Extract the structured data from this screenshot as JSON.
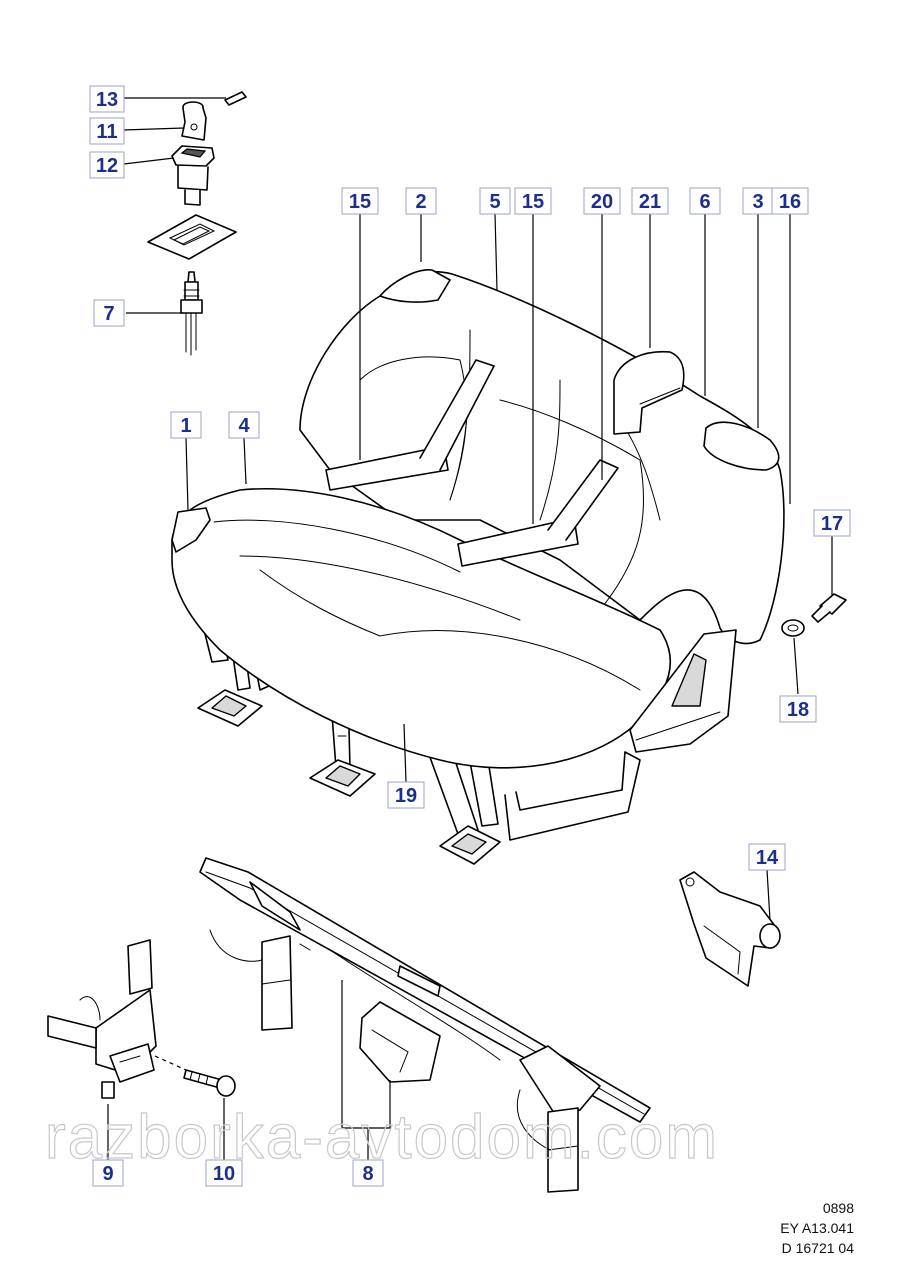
{
  "callouts": [
    {
      "id": "13",
      "label": "13"
    },
    {
      "id": "11",
      "label": "11"
    },
    {
      "id": "12",
      "label": "12"
    },
    {
      "id": "7",
      "label": "7"
    },
    {
      "id": "15a",
      "label": "15"
    },
    {
      "id": "2",
      "label": "2"
    },
    {
      "id": "5",
      "label": "5"
    },
    {
      "id": "15b",
      "label": "15"
    },
    {
      "id": "20",
      "label": "20"
    },
    {
      "id": "21",
      "label": "21"
    },
    {
      "id": "6",
      "label": "6"
    },
    {
      "id": "3",
      "label": "3"
    },
    {
      "id": "16",
      "label": "16"
    },
    {
      "id": "1",
      "label": "1"
    },
    {
      "id": "4",
      "label": "4"
    },
    {
      "id": "17",
      "label": "17"
    },
    {
      "id": "18",
      "label": "18"
    },
    {
      "id": "19",
      "label": "19"
    },
    {
      "id": "14",
      "label": "14"
    },
    {
      "id": "9",
      "label": "9"
    },
    {
      "id": "10",
      "label": "10"
    },
    {
      "id": "8",
      "label": "8"
    }
  ],
  "watermark": "razborka-avtodom.com",
  "footer": {
    "line1": "0898",
    "line2": "EY A13.041",
    "line3": "D 16721 04"
  }
}
